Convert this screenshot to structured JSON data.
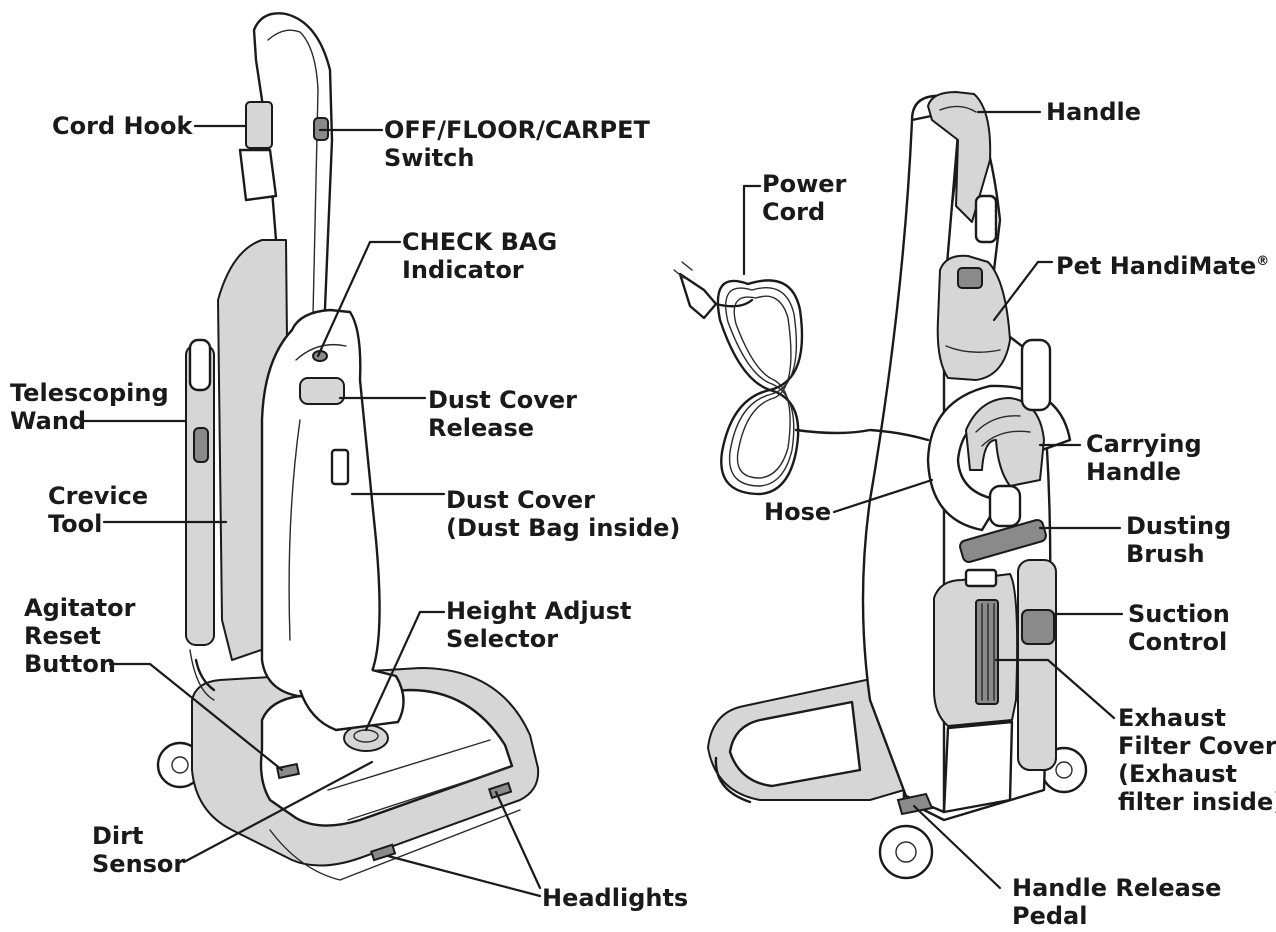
{
  "labels": {
    "cord_hook": [
      "Cord Hook"
    ],
    "off_floor_carpet_switch": [
      "OFF/FLOOR/CARPET",
      "Switch"
    ],
    "check_bag_indicator": [
      "CHECK BAG",
      "Indicator"
    ],
    "telescoping_wand": [
      "Telescoping",
      "Wand"
    ],
    "dust_cover_release": [
      "Dust Cover",
      "Release"
    ],
    "crevice_tool": [
      "Crevice",
      "Tool"
    ],
    "dust_cover": [
      "Dust Cover",
      "(Dust Bag inside)"
    ],
    "agitator_reset_button": [
      "Agitator",
      "Reset",
      "Button"
    ],
    "height_adjust_selector": [
      "Height Adjust",
      "Selector"
    ],
    "dirt_sensor": [
      "Dirt",
      "Sensor"
    ],
    "headlights": [
      "Headlights"
    ],
    "power_cord": [
      "Power",
      "Cord"
    ],
    "handle": [
      "Handle"
    ],
    "pet_handimate": [
      "Pet HandiMate"
    ],
    "pet_handimate_mark": "®",
    "carrying_handle": [
      "Carrying",
      "Handle"
    ],
    "hose": [
      "Hose"
    ],
    "dusting_brush": [
      "Dusting",
      "Brush"
    ],
    "suction_control": [
      "Suction",
      "Control"
    ],
    "exhaust_filter_cover": [
      "Exhaust",
      "Filter Cover",
      "(Exhaust",
      "filter inside)"
    ],
    "handle_release_pedal": [
      "Handle Release",
      "Pedal"
    ]
  },
  "colors": {
    "line": "#1a1a1a",
    "shade": "#d6d6d6",
    "dark_shade": "#8a8a8a",
    "background": "#ffffff"
  }
}
